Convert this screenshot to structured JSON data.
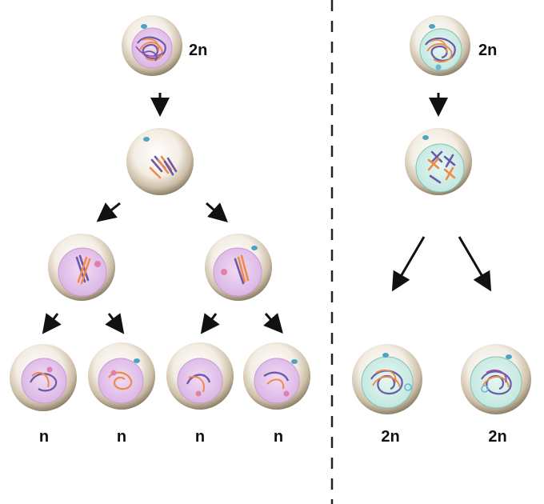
{
  "meiosis": {
    "parent_ploidy": "2n",
    "daughter_ploidy": [
      "n",
      "n",
      "n",
      "n"
    ]
  },
  "mitosis": {
    "parent_ploidy": "2n",
    "daughter_ploidy": [
      "2n",
      "2n"
    ]
  },
  "colors": {
    "chromosome_purple": "#6a5aa8",
    "chromosome_orange": "#f08a4b",
    "meiosis_nucleus": "#e6c8ee",
    "mitosis_nucleus": "#cfeee8",
    "centrosome": "#4da3c4",
    "divider": "#222222"
  }
}
